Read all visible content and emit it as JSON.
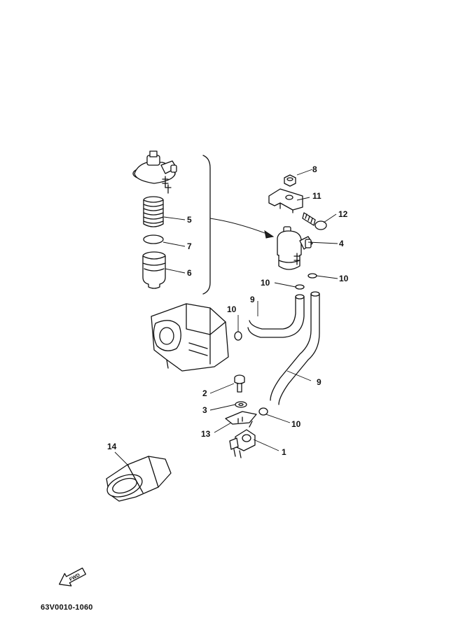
{
  "callouts": {
    "c1": "1",
    "c2": "2",
    "c3": "3",
    "c4": "4",
    "c5": "5",
    "c6": "6",
    "c7": "7",
    "c8": "8",
    "c9a": "9",
    "c9b": "9",
    "c10a": "10",
    "c10b": "10",
    "c10c": "10",
    "c10d": "10",
    "c11": "11",
    "c12": "12",
    "c13": "13",
    "c14": "14"
  },
  "fwd_label": "FWD",
  "catalog_number": "63V0010-1060",
  "icons": [
    "forward-arrow-icon"
  ]
}
